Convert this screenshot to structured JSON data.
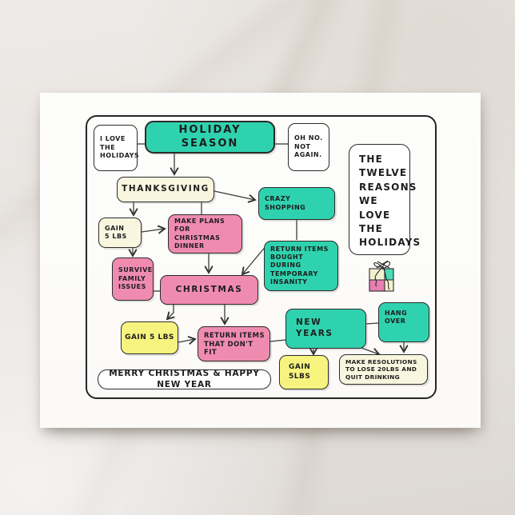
{
  "postcard": {
    "banner": "MERRY CHRISTMAS & HAPPY NEW YEAR",
    "side_title": "THE\nTWELVE\nREASONS\nWE\nLOVE\nTHE\nHOLIDAYS"
  },
  "nodes": {
    "i_love": "I LOVE\nTHE\nHOLIDAYS",
    "holiday_season": "HOLIDAY SEASON",
    "oh_no": "OH NO.\nNOT\nAGAIN.",
    "thanksgiving": "THANKSGIVING",
    "crazy_shopping": "CRAZY\nSHOPPING",
    "gain_5lbs_thanksgiving": "GAIN\n5 LBS",
    "make_plans": "MAKE PLANS\nFOR CHRISTMAS\nDINNER",
    "return_items_insanity": "RETURN ITEMS\nBOUGHT DURING\nTEMPORARY\nINSANITY",
    "survive_family": "SURVIVE\nFAMILY\nISSUES",
    "christmas": "CHRISTMAS",
    "gain_5lbs_christmas": "GAIN 5 LBS",
    "return_items_fit": "RETURN ITEMS\nTHAT DON'T FIT",
    "new_years": "NEW YEARS",
    "hang_over": "HANG\nOVER",
    "gain_5lbs_newyears": "GAIN\n5LBS",
    "resolutions": "MAKE RESOLUTIONS\nTO LOSE 20LBS AND\nQUIT DRINKING"
  },
  "edges": [
    {
      "from": "i_love",
      "to": "holiday_season",
      "arrow": false
    },
    {
      "from": "holiday_season",
      "to": "oh_no",
      "arrow": false
    },
    {
      "from": "holiday_season",
      "to": "thanksgiving",
      "arrow": true
    },
    {
      "from": "thanksgiving",
      "to": "crazy_shopping",
      "arrow": true
    },
    {
      "from": "thanksgiving",
      "to": "gain_5lbs_thanksgiving",
      "arrow": true
    },
    {
      "from": "thanksgiving",
      "to": "make_plans",
      "arrow": false
    },
    {
      "from": "gain_5lbs_thanksgiving",
      "to": "make_plans",
      "arrow": true
    },
    {
      "from": "gain_5lbs_thanksgiving",
      "to": "survive_family",
      "arrow": true
    },
    {
      "from": "make_plans",
      "to": "christmas",
      "arrow": true
    },
    {
      "from": "crazy_shopping",
      "to": "return_items_insanity",
      "arrow": false
    },
    {
      "from": "return_items_insanity",
      "to": "christmas",
      "arrow": true
    },
    {
      "from": "survive_family",
      "to": "christmas",
      "arrow": false
    },
    {
      "from": "christmas",
      "to": "gain_5lbs_christmas",
      "arrow": true
    },
    {
      "from": "christmas",
      "to": "return_items_fit",
      "arrow": true
    },
    {
      "from": "gain_5lbs_christmas",
      "to": "return_items_fit",
      "arrow": true
    },
    {
      "from": "return_items_fit",
      "to": "new_years",
      "arrow": false
    },
    {
      "from": "new_years",
      "to": "hang_over",
      "arrow": false
    },
    {
      "from": "new_years",
      "to": "gain_5lbs_newyears",
      "arrow": true
    },
    {
      "from": "new_years",
      "to": "resolutions",
      "arrow": true
    },
    {
      "from": "hang_over",
      "to": "resolutions",
      "arrow": true
    }
  ],
  "palette": {
    "teal": "#2fd2ae",
    "pink": "#f08bb0",
    "yellow": "#f7f37f",
    "cream": "#f9f6e0",
    "white": "#ffffff",
    "ink": "#2b2b2b",
    "card": "#fdfdfb",
    "marble_bg": "#e6e2de",
    "gift_pink": "#e77fb3",
    "gift_teal": "#4bdcb8",
    "gift_cream": "#f3f0cf"
  },
  "icons": {
    "gift": "gift-with-bow"
  }
}
